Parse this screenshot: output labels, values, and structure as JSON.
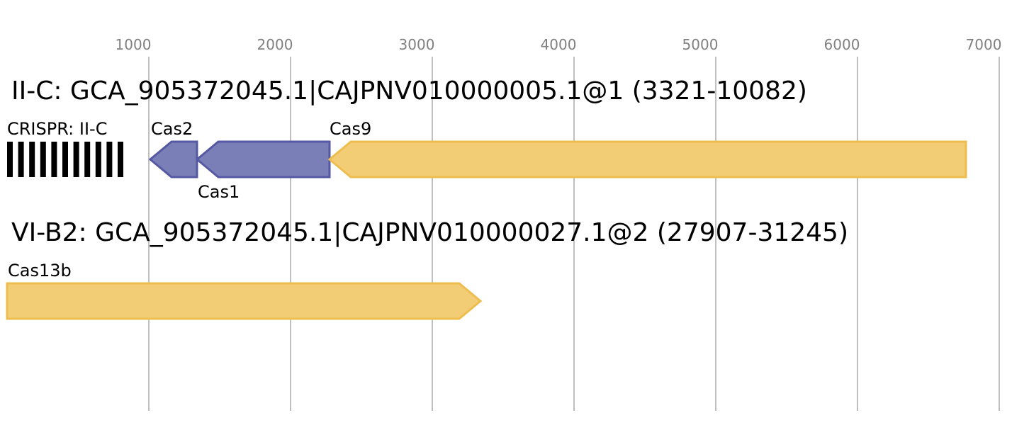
{
  "axis": {
    "ticks": [
      1000,
      2000,
      3000,
      4000,
      5000,
      6000,
      7000
    ],
    "tick_labels": [
      "1000",
      "2000",
      "3000",
      "4000",
      "5000",
      "6000",
      "7000"
    ],
    "range": [
      0,
      7000
    ]
  },
  "colors": {
    "cas_core": "#f2cd75",
    "cas_core_stroke": "#eebd4f",
    "cas_adapt": "#7b7fb7",
    "cas_adapt_stroke": "#5558a3",
    "array_bar": "#000000",
    "grid": "#bfbfbf",
    "tick_text": "#808080"
  },
  "loci": [
    {
      "title": "II-C: GCA_905372045.1|CAJPNV010000005.1@1 (3321-10082)",
      "features": [
        {
          "kind": "array",
          "label": "CRISPR: II-C",
          "start": 0,
          "end": 890
        },
        {
          "kind": "gene",
          "label": "Cas2",
          "start": 1010,
          "end": 1340,
          "strand": "-",
          "color": "cas_adapt",
          "label_pos": "above"
        },
        {
          "kind": "gene",
          "label": "Cas1",
          "start": 1340,
          "end": 2275,
          "strand": "-",
          "color": "cas_adapt",
          "label_pos": "below"
        },
        {
          "kind": "gene",
          "label": "Cas9",
          "start": 2275,
          "end": 6765,
          "strand": "-",
          "color": "cas_core",
          "label_pos": "above"
        }
      ]
    },
    {
      "title": "VI-B2: GCA_905372045.1|CAJPNV010000027.1@2 (27907-31245)",
      "features": [
        {
          "kind": "gene",
          "label": "Cas13b",
          "start": 0,
          "end": 3340,
          "strand": "+",
          "color": "cas_core",
          "label_pos": "above"
        }
      ]
    }
  ]
}
